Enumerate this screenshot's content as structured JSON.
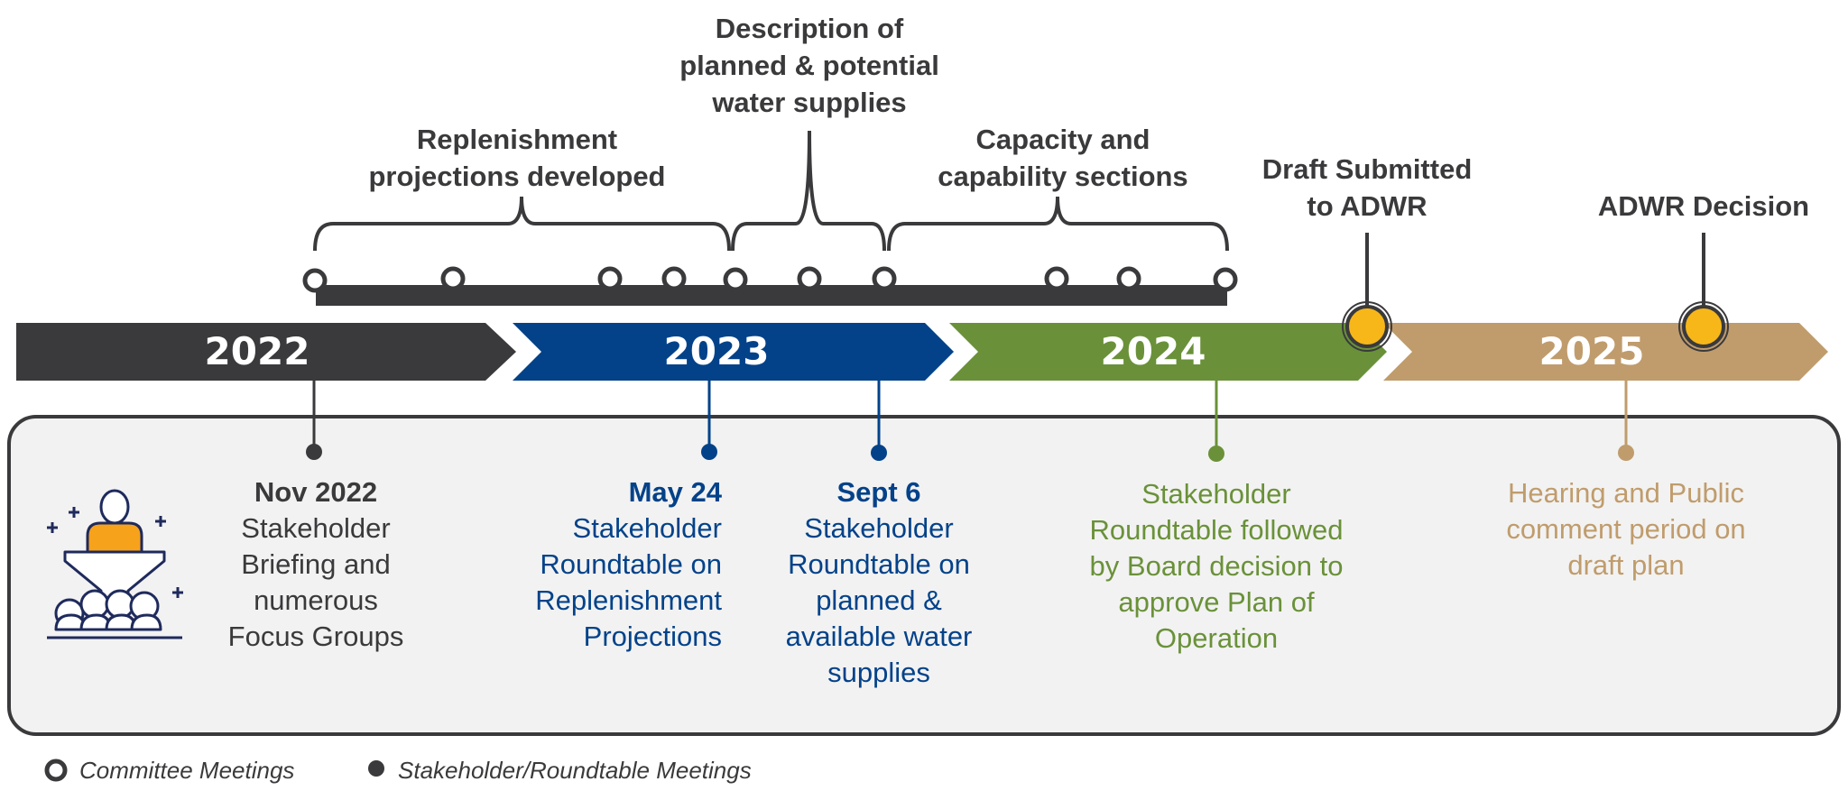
{
  "colors": {
    "dark": "#3a3a3c",
    "blue": "#034289",
    "green": "#6a9139",
    "tan": "#c09c6c",
    "gold": "#f7b718",
    "panel_bg": "#f2f2f2"
  },
  "phases": [
    {
      "label": "Replenishment\nprojections developed"
    },
    {
      "label": "Description of\nplanned & potential\nwater supplies"
    },
    {
      "label": "Capacity and\ncapability sections"
    }
  ],
  "milestones": [
    {
      "label": "Draft Submitted\nto ADWR"
    },
    {
      "label": "ADWR Decision"
    }
  ],
  "years": [
    "2022",
    "2023",
    "2024",
    "2025"
  ],
  "events": [
    {
      "date": "Nov 2022",
      "text": "Stakeholder\nBriefing and\nnumerous\nFocus Groups"
    },
    {
      "date": "May 24",
      "text": "Stakeholder\nRoundtable on\nReplenishment\nProjections"
    },
    {
      "date": "Sept 6",
      "text": "Stakeholder\nRoundtable on\nplanned &\navailable water\nsupplies"
    },
    {
      "date": "",
      "text": "Stakeholder\nRoundtable followed\nby Board decision to\napprove Plan of\nOperation"
    },
    {
      "date": "",
      "text": "Hearing and Public\ncomment period on\ndraft plan"
    }
  ],
  "legend": {
    "committee": "Committee Meetings",
    "stakeholder": "Stakeholder/Roundtable Meetings"
  },
  "icons": {
    "presenter": "presenter-audience-icon"
  }
}
